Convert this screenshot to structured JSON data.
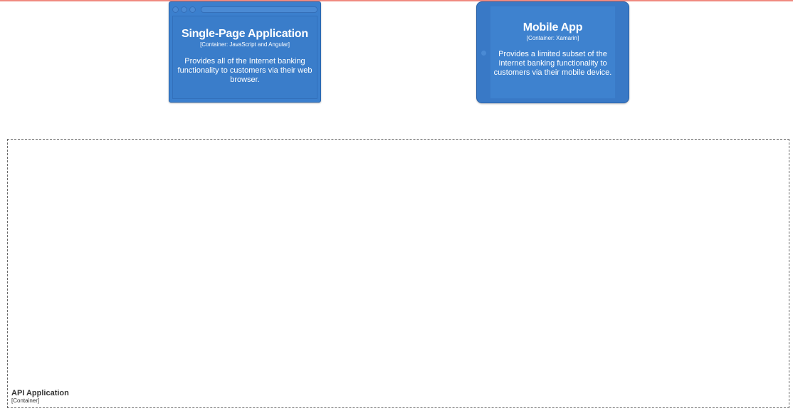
{
  "colors": {
    "container_fill": "#3b7fcd",
    "container_border": "#2a66ad",
    "container_text": "#ffffff",
    "boundary_border": "#6a6a6a",
    "top_accent_line": "#f08a80"
  },
  "containers": [
    {
      "shape": "web-browser",
      "title": "Single-Page Application",
      "technology": "[Container: JavaScript and Angular]",
      "description": "Provides all of the Internet banking functionality to customers via their web browser."
    },
    {
      "shape": "mobile-device",
      "title": "Mobile App",
      "technology": "[Container: Xamarin]",
      "description": "Provides a limited subset of the Internet banking functionality to customers via their mobile device."
    }
  ],
  "boundary": {
    "name": "API Application",
    "type": "[Container]"
  }
}
